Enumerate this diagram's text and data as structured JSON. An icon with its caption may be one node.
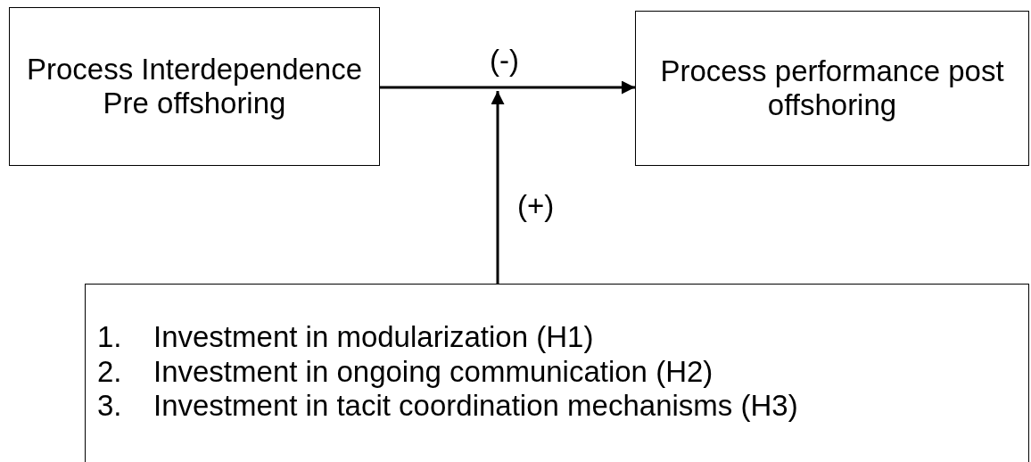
{
  "diagram": {
    "nodes": [
      {
        "text": [
          "Process Interdependence Pre offshoring"
        ]
      },
      {
        "text": [
          "Process performance post offshoring"
        ]
      },
      {
        "text": [
          "1. Investment in modularization (H1)",
          "2. Investment in ongoing communication (H2)",
          "3. Investment in tacit coordination mechanisms (H3)"
        ]
      }
    ],
    "edges": [
      {
        "from": 0,
        "to": 1,
        "arrow": "to",
        "label": "(-)"
      },
      {
        "from": 2,
        "to": null,
        "arrow": "to",
        "label": "(+)"
      }
    ]
  }
}
